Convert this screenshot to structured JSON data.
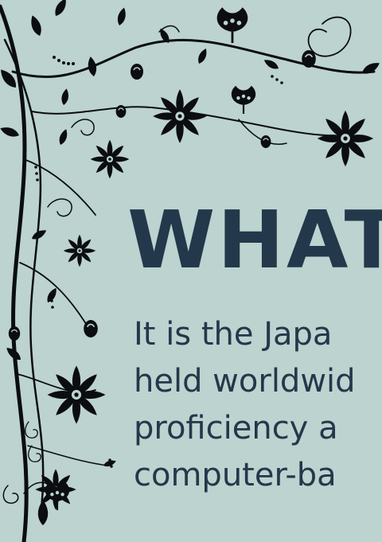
{
  "heading": "WHAT",
  "body_lines": [
    "It is the Japa",
    "held worldwid",
    "proficiency a",
    "computer-ba"
  ],
  "colors": {
    "background": "#bcd3d0",
    "text": "#23384a",
    "ornament": "#0b0d10"
  },
  "ornament": {
    "name": "floral-vine-ornament",
    "motifs": [
      "flower-icon",
      "leaf-icon",
      "berry-icon",
      "swirl-icon",
      "bud-icon"
    ]
  }
}
